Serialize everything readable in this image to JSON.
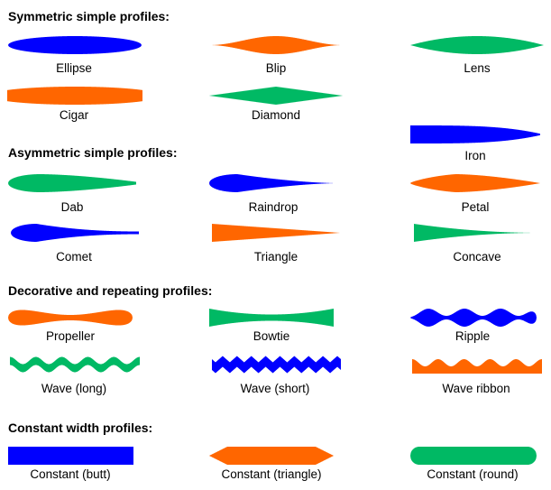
{
  "colors": {
    "blue": "#0000ff",
    "orange": "#ff6600",
    "green": "#00b964"
  },
  "sections": [
    {
      "title": "Symmetric simple profiles:"
    },
    {
      "title": "Asymmetric simple profiles:"
    },
    {
      "title": "Decorative and repeating profiles:"
    },
    {
      "title": "Constant width profiles:"
    }
  ],
  "profiles": {
    "ellipse": {
      "label": "Ellipse",
      "color": "blue"
    },
    "blip": {
      "label": "Blip",
      "color": "orange"
    },
    "lens": {
      "label": "Lens",
      "color": "green"
    },
    "cigar": {
      "label": "Cigar",
      "color": "orange"
    },
    "diamond": {
      "label": "Diamond",
      "color": "green"
    },
    "iron": {
      "label": "Iron",
      "color": "blue"
    },
    "dab": {
      "label": "Dab",
      "color": "green"
    },
    "raindrop": {
      "label": "Raindrop",
      "color": "blue"
    },
    "petal": {
      "label": "Petal",
      "color": "orange"
    },
    "comet": {
      "label": "Comet",
      "color": "blue"
    },
    "triangle": {
      "label": "Triangle",
      "color": "orange"
    },
    "concave": {
      "label": "Concave",
      "color": "green"
    },
    "propeller": {
      "label": "Propeller",
      "color": "orange"
    },
    "bowtie": {
      "label": "Bowtie",
      "color": "green"
    },
    "ripple": {
      "label": "Ripple",
      "color": "blue"
    },
    "wave_long": {
      "label": "Wave (long)",
      "color": "green"
    },
    "wave_short": {
      "label": "Wave (short)",
      "color": "blue"
    },
    "wave_ribbon": {
      "label": "Wave ribbon",
      "color": "orange"
    },
    "constant_butt": {
      "label": "Constant (butt)",
      "color": "blue"
    },
    "constant_triangle": {
      "label": "Constant (triangle)",
      "color": "orange"
    },
    "constant_round": {
      "label": "Constant (round)",
      "color": "green"
    }
  }
}
